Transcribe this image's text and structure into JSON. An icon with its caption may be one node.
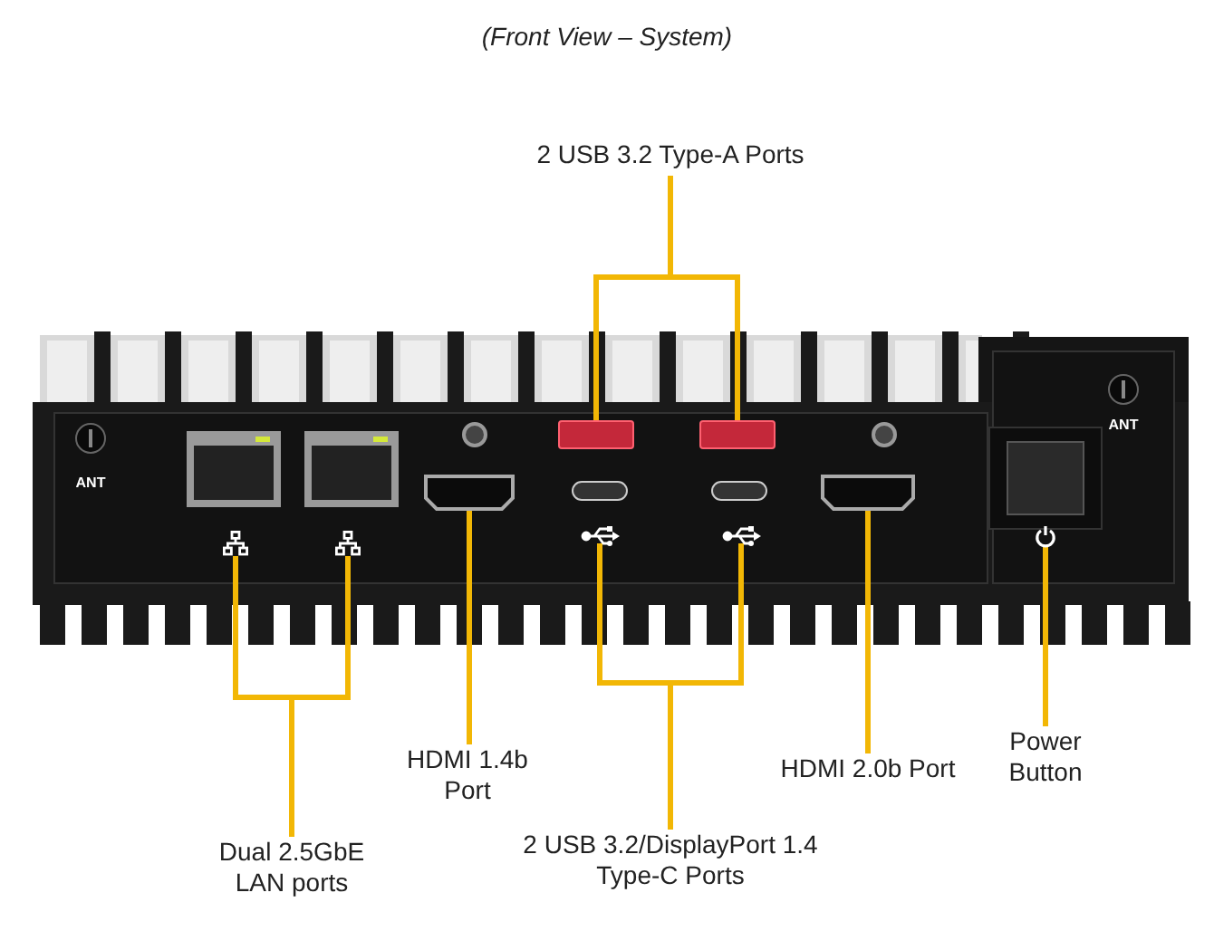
{
  "diagram": {
    "title": "(Front View – System)",
    "nodes": [
      {
        "text": [
          "2 USB 3.2 Type-A Ports"
        ]
      },
      {
        "text": [],
        "shape": "box"
      },
      {
        "text": [],
        "shape": "box"
      },
      {
        "text": [
          "Dual 2.5GbE LAN ports"
        ]
      },
      {
        "text": [],
        "shape": "picture"
      },
      {
        "text": [],
        "shape": "picture"
      },
      {
        "text": [
          "HDMI 1.4b Port"
        ]
      },
      {
        "text": [],
        "shape": "box"
      },
      {
        "text": [
          "2 USB 3.2/DisplayPort 1.4 Type-C Ports"
        ]
      },
      {
        "text": [],
        "shape": "picture"
      },
      {
        "text": [],
        "shape": "picture"
      },
      {
        "text": [
          "HDMI 2.0b Port"
        ]
      },
      {
        "text": [],
        "shape": "box"
      },
      {
        "text": [
          "Power Button"
        ]
      },
      {
        "text": [],
        "shape": "picture"
      }
    ],
    "edges": [
      {
        "from": 0,
        "to": 1,
        "arrow": "none"
      },
      {
        "from": 0,
        "to": 2,
        "arrow": "none"
      },
      {
        "from": 3,
        "to": 4,
        "arrow": "none"
      },
      {
        "from": 3,
        "to": 5,
        "arrow": "none"
      },
      {
        "from": 6,
        "to": 7,
        "arrow": "none"
      },
      {
        "from": 8,
        "to": 9,
        "arrow": "none"
      },
      {
        "from": 8,
        "to": 10,
        "arrow": "none"
      },
      {
        "from": 11,
        "to": 12,
        "arrow": "none"
      },
      {
        "from": 13,
        "to": 14,
        "arrow": "none"
      }
    ],
    "labels": [
      "ANT",
      "ANT"
    ]
  }
}
